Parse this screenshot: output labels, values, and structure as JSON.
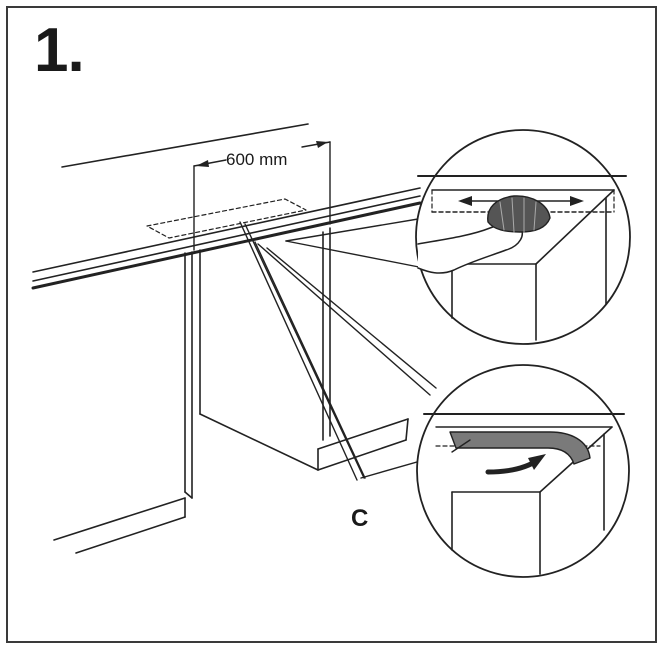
{
  "step": {
    "number": "1."
  },
  "dimension": {
    "width_label": "600 mm"
  },
  "callout": {
    "label": "C"
  }
}
